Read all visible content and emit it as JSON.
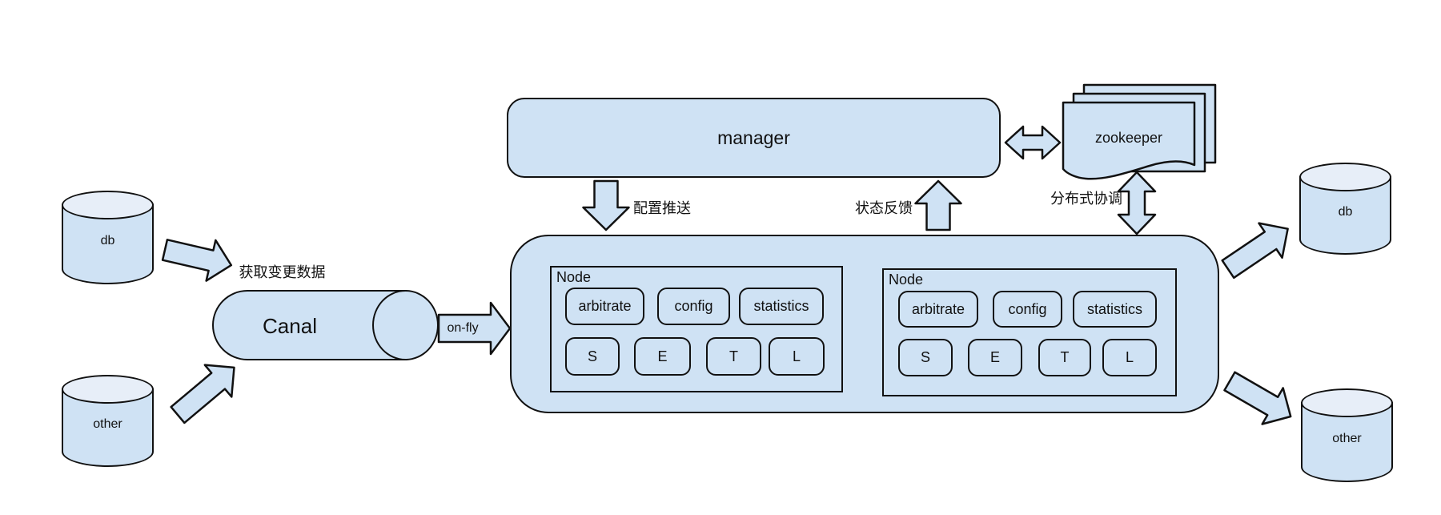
{
  "colors": {
    "shape_fill": "#cfe2f4",
    "cylinder_top_fill": "#e7eef8",
    "stroke": "#1a1a1a",
    "background": "#ffffff"
  },
  "sources": [
    {
      "label": "db"
    },
    {
      "label": "other"
    }
  ],
  "canal": {
    "label": "Canal",
    "annotation": "获取变更数据"
  },
  "onfly": {
    "label": "on-fly"
  },
  "manager": {
    "label": "manager"
  },
  "zookeeper": {
    "label": "zookeeper"
  },
  "flows": {
    "config_push": "配置推送",
    "status_feedback": "状态反馈",
    "coordination": "分布式协调"
  },
  "cluster": {
    "nodes": [
      {
        "title": "Node",
        "modules": [
          "arbitrate",
          "config",
          "statistics"
        ],
        "stages": [
          "S",
          "E",
          "T",
          "L"
        ]
      },
      {
        "title": "Node",
        "modules": [
          "arbitrate",
          "config",
          "statistics"
        ],
        "stages": [
          "S",
          "E",
          "T",
          "L"
        ]
      }
    ]
  },
  "targets": [
    {
      "label": "db"
    },
    {
      "label": "other"
    }
  ]
}
